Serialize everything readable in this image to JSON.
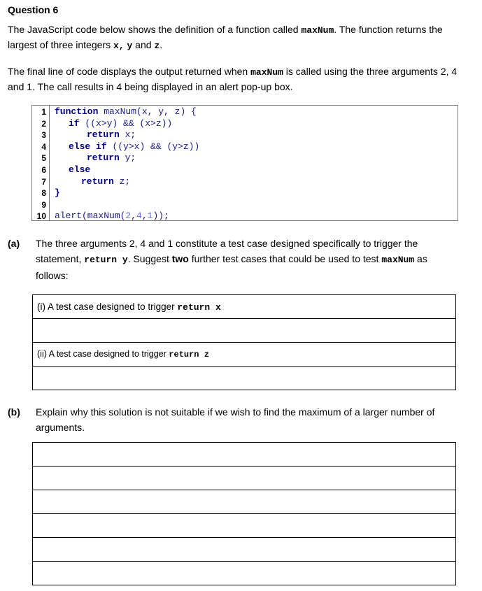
{
  "question": {
    "title": "Question 6"
  },
  "intro": {
    "p1_before": "The JavaScript code below shows the definition of a function called ",
    "p1_code": "maxNum",
    "p1_after": ". The function returns the largest of three integers ",
    "p1_x": "x,",
    "p1_y": "y",
    "p1_and": " and ",
    "p1_z": "z",
    "p1_end": ".",
    "p2_before": "The final line of code displays the output returned when ",
    "p2_code": "maxNum",
    "p2_after": " is called using the three arguments 2, 4 and 1. The call results in 4 being displayed in an alert pop-up box."
  },
  "code": {
    "line_numbers": [
      "1",
      "2",
      "3",
      "4",
      "5",
      "6",
      "7",
      "8",
      "9",
      "10"
    ],
    "l1_kw": "function",
    "l1_rest": " maxNum(x, y, z) {",
    "l2_kw": "if",
    "l2_rest": " ((x>y) && (x>z))",
    "l3_kw": "return",
    "l3_rest": " x;",
    "l4_kw1": "else",
    "l4_kw2": "if",
    "l4_rest": " ((y>x) && (y>z))",
    "l5_kw": "return",
    "l5_rest": " y;",
    "l6_kw": "else",
    "l7_kw": "return",
    "l7_rest": " z;",
    "l8": "}",
    "l10_fn": "alert(maxNum(",
    "l10_a1": "2",
    "l10_c1": ",",
    "l10_a2": "4",
    "l10_c2": ",",
    "l10_a3": "1",
    "l10_end": "));"
  },
  "part_a": {
    "label": "(a)",
    "t1": "The three arguments 2, 4 and 1 constitute a test case designed specifically to trigger the statement, ",
    "t1_code": "return y",
    "t2": ". Suggest ",
    "t2_bold": "two",
    "t3": " further test cases that could be used to test ",
    "t3_code": "maxNum",
    "t4": " as follows:",
    "row1_text": "(i) A test case designed to trigger ",
    "row1_code": "return x",
    "row2_text": "(ii) A test case designed to trigger ",
    "row2_code": "return z"
  },
  "part_b": {
    "label": "(b)",
    "text": "Explain why this solution is not suitable if we wish to find the maximum of a larger number of arguments."
  }
}
